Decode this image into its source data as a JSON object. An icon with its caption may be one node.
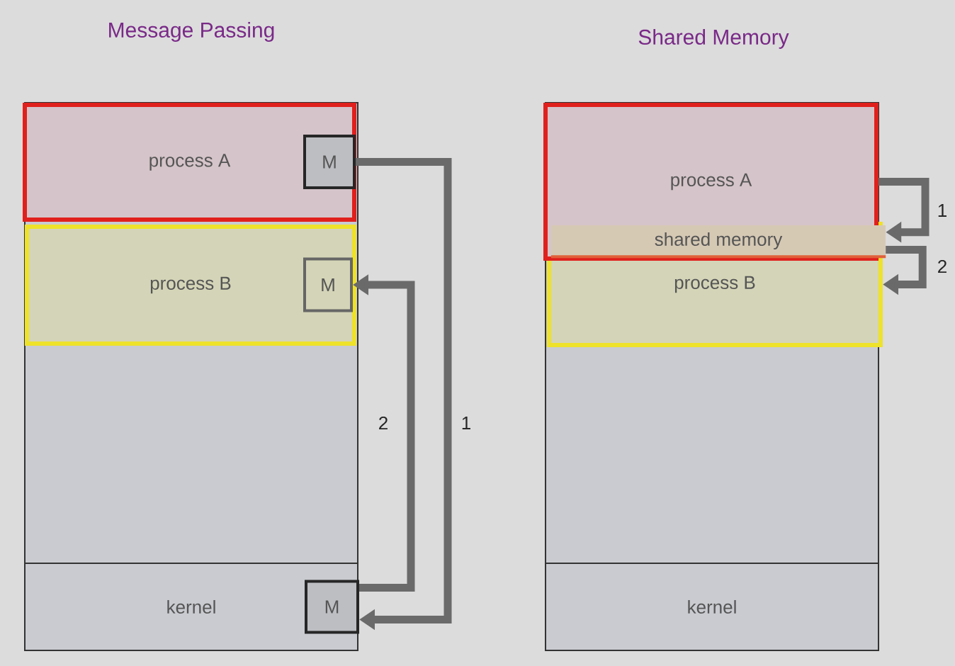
{
  "diagram": {
    "nodes": [
      {
        "text": [
          "process A"
        ]
      },
      {
        "text": [
          "M"
        ],
        "in": 0
      },
      {
        "text": [
          "process B"
        ]
      },
      {
        "text": [
          "M"
        ],
        "in": 2
      },
      {
        "text": [
          "kernel"
        ]
      },
      {
        "text": [
          "M"
        ],
        "in": 4
      },
      {
        "text": [
          "process A"
        ]
      },
      {
        "text": [
          "shared memory"
        ]
      },
      {
        "text": [
          "process B"
        ]
      },
      {
        "text": [
          "kernel"
        ]
      }
    ],
    "edges": [
      {
        "from": 1,
        "to": 5,
        "arrow": "to",
        "label": "1"
      },
      {
        "from": 5,
        "to": 3,
        "arrow": "to",
        "label": "2"
      },
      {
        "from": 6,
        "to": 7,
        "arrow": "to",
        "label": "1"
      },
      {
        "from": 7,
        "to": 8,
        "arrow": "to",
        "label": "2"
      }
    ],
    "labels": [
      "Message Passing",
      "Shared Memory"
    ]
  }
}
